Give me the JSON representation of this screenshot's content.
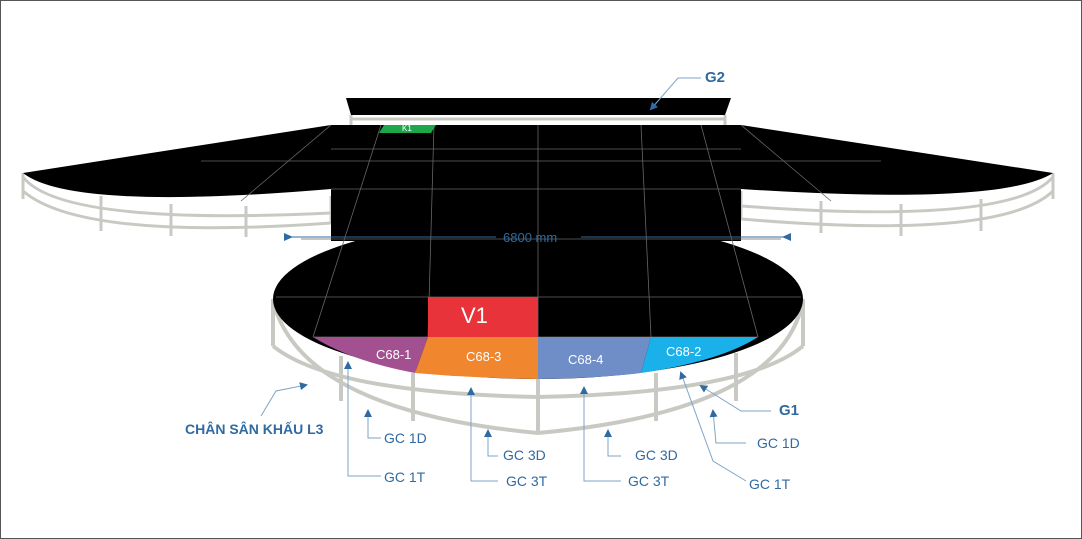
{
  "colors": {
    "stage": "#000000",
    "frame": "#c9c9c4",
    "annotation": "#2f6aa3",
    "v1": "#e8333a",
    "c68_1": "#a2508f",
    "c68_3": "#f0862e",
    "c68_4": "#6f8dc6",
    "c68_2": "#1ab0ea",
    "k1": "#1ea64a"
  },
  "dimension": "6800 mm",
  "tiles": {
    "v1": "V1",
    "c68_1": "C68-1",
    "c68_3": "C68-3",
    "c68_4": "C68-4",
    "c68_2": "C68-2",
    "k1": "K1"
  },
  "labels": {
    "g2": "G2",
    "g1": "G1",
    "legs": "CHÂN SÂN KHẤU L3",
    "gc1d_left": "GC 1D",
    "gc1t_left": "GC 1T",
    "gc3d_left": "GC 3D",
    "gc3t_left": "GC 3T",
    "gc3d_right": "GC 3D",
    "gc3t_right": "GC 3T",
    "gc1d_right": "GC 1D",
    "gc1t_right": "GC 1T"
  }
}
